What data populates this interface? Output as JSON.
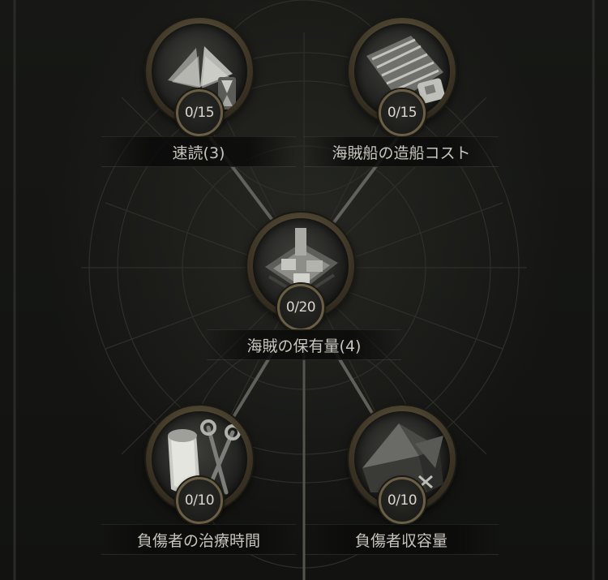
{
  "skill_tree": {
    "nodes": [
      {
        "id": "speed-reading",
        "label": "速読(3)",
        "progress": "0/15",
        "icon": "book-hourglass-icon"
      },
      {
        "id": "ship-cost",
        "label": "海賊船の造船コスト",
        "progress": "0/15",
        "icon": "ship-hull-icon"
      },
      {
        "id": "pirate-capacity",
        "label": "海賊の保有量(4)",
        "progress": "0/20",
        "icon": "fortress-icon"
      },
      {
        "id": "heal-time",
        "label": "負傷者の治療時間",
        "progress": "0/10",
        "icon": "bandage-scissors-icon"
      },
      {
        "id": "wounded-capacity",
        "label": "負傷者収容量",
        "progress": "0/10",
        "icon": "tent-icon"
      }
    ]
  },
  "colors": {
    "ring": "#6a5f45",
    "label_text": "#c7c5bd",
    "badge_text": "#d9d6cd",
    "background": "#141513"
  }
}
